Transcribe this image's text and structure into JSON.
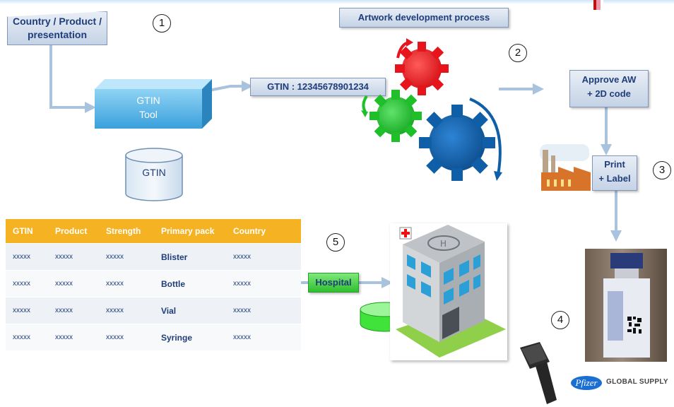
{
  "labels": {
    "country_product": "Country / Product / presentation",
    "artwork_process": "Artwork development process",
    "gtin_tool_line1": "GTIN",
    "gtin_tool_line2": "Tool",
    "gtin_code": "GTIN : 12345678901234",
    "approve_line1": "Approve AW",
    "approve_line2": "+ 2D code",
    "print_line1": "Print",
    "print_line2": "+ Label",
    "gtin_db": "GTIN",
    "hospital": "Hospital"
  },
  "steps": [
    "1",
    "2",
    "3",
    "4",
    "5"
  ],
  "table": {
    "headers": [
      "GTIN",
      "Product",
      "Strength",
      "Primary pack",
      "Country"
    ],
    "rows": [
      [
        "xxxxx",
        "xxxxx",
        "xxxxx",
        "Blister",
        "xxxxx"
      ],
      [
        "xxxxx",
        "xxxxx",
        "xxxxx",
        "Bottle",
        "xxxxx"
      ],
      [
        "xxxxx",
        "xxxxx",
        "xxxxx",
        "Vial",
        "xxxxx"
      ],
      [
        "xxxxx",
        "xxxxx",
        "xxxxx",
        "Syringe",
        "xxxxx"
      ]
    ]
  },
  "logo": {
    "brand": "Pfizer",
    "text": "GLOBAL SUPPLY"
  },
  "icons": [
    "gears-icon",
    "factory-icon",
    "vial-photo",
    "barcode-scanner-icon",
    "hospital-icon",
    "database-icon"
  ],
  "colors": {
    "gear_red": "#e8141b",
    "gear_green": "#1fbf2a",
    "gear_blue": "#0f5fa8",
    "table_header": "#f5b324",
    "hospital_label": "#3fd13a",
    "arrow": "#a9c2dd"
  }
}
